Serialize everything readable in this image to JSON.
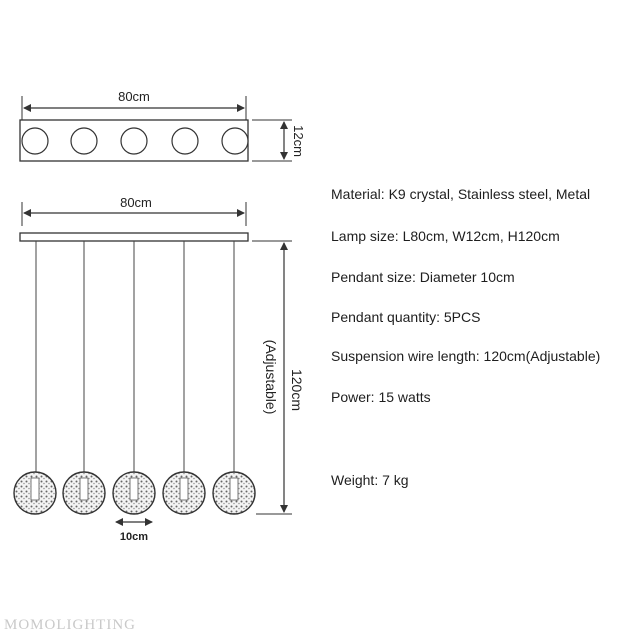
{
  "top_view": {
    "width_label": "80cm",
    "depth_label": "12cm",
    "circle_count": 5
  },
  "front_view": {
    "width_label": "80cm",
    "height_label": "120cm",
    "height_note": "(Adjustable)",
    "pendant_diameter_label": "10cm",
    "pendant_count": 5
  },
  "specs": [
    {
      "label": "Material: ",
      "value": "K9 crystal, Stainless steel, Metal"
    },
    {
      "label": "Lamp size: ",
      "value": "L80cm, W12cm, H120cm"
    },
    {
      "label": "Pendant size: ",
      "value": "Diameter 10cm"
    },
    {
      "label": "Pendant quantity: ",
      "value": "5PCS"
    },
    {
      "label": "Suspension wire length: ",
      "value": "120cm(Adjustable)"
    },
    {
      "label": "Power: ",
      "value": "15 watts"
    },
    {
      "label": "Weight: ",
      "value": "7 kg"
    }
  ],
  "watermark": "MOMOLIGHTING",
  "colors": {
    "line": "#333333",
    "text": "#1e1e1e",
    "watermark": "#c9c9c9"
  }
}
